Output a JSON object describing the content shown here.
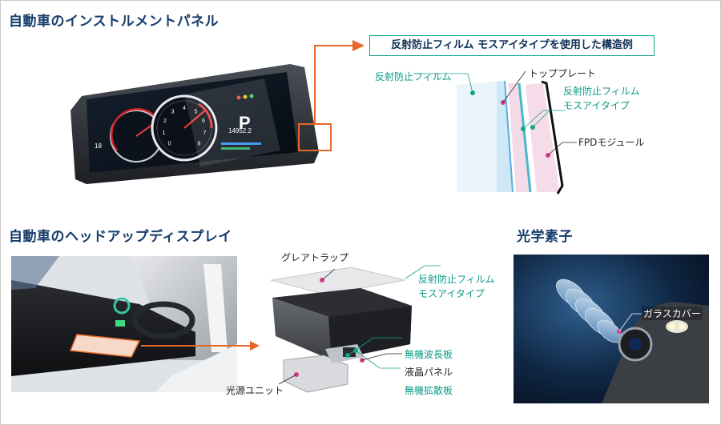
{
  "sections": {
    "instrument_panel": "自動車のインストルメントパネル",
    "hud": "自動車のヘッドアップディスプレイ",
    "optics": "光学素子"
  },
  "panel_diagram": {
    "callout": "反射防止フィルム モスアイタイプを使用した構造例",
    "label_ar_film": "反射防止フィルム",
    "label_top_plate": "トッププレート",
    "label_moth_eye_1": "反射防止フィルム",
    "label_moth_eye_2": "モスアイタイプ",
    "label_fpd": "FPDモジュール"
  },
  "cluster_display": {
    "gear": "P",
    "odometer": "14952.2",
    "temp": "18",
    "speed_ticks": [
      "0",
      "1",
      "2",
      "3",
      "4",
      "5",
      "6",
      "7",
      "8"
    ]
  },
  "hud_diagram": {
    "label_glare_trap": "グレアトラップ",
    "label_ar_film": "反射防止フィルム",
    "label_moth_eye": "モスアイタイプ",
    "label_wave_plate": "無機波長板",
    "label_lcd": "液晶パネル",
    "label_light_unit": "光源ユニット",
    "label_diffuser": "無機拡散板"
  },
  "optics_diagram": {
    "label_glass_cover": "ガラスカバー"
  },
  "colors": {
    "title_navy": "#163c6b",
    "accent_teal": "#12a58d",
    "arrow_orange": "#e8672a",
    "marker_pink": "#d63c8e"
  }
}
